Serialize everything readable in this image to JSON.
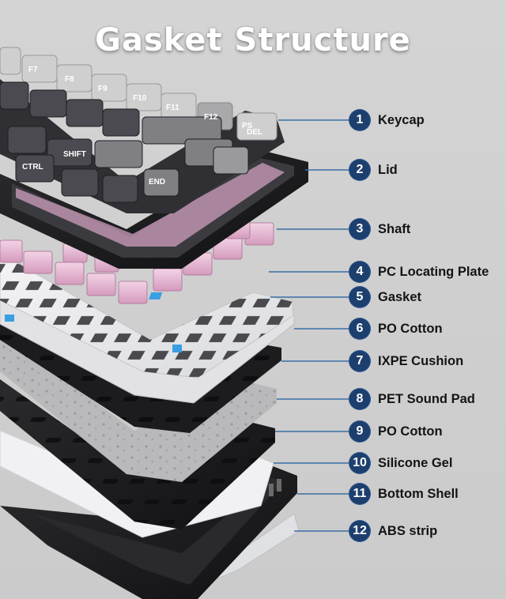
{
  "title": "Gasket Structure",
  "colors": {
    "badge": "#1d3f6e",
    "leader": "#3a6ea6",
    "title": "#ffffff"
  },
  "keycap_legends": [
    "F7",
    "F8",
    "F9",
    "F10",
    "F11",
    "F12",
    "PS",
    "DEL",
    "SHIFT",
    "CTRL",
    "END"
  ],
  "labels": [
    {
      "n": "1",
      "text": "Keycap"
    },
    {
      "n": "2",
      "text": "Lid"
    },
    {
      "n": "3",
      "text": "Shaft"
    },
    {
      "n": "4",
      "text": "PC Locating Plate"
    },
    {
      "n": "5",
      "text": "Gasket"
    },
    {
      "n": "6",
      "text": "PO Cotton"
    },
    {
      "n": "7",
      "text": "IXPE Cushion"
    },
    {
      "n": "8",
      "text": "PET Sound Pad"
    },
    {
      "n": "9",
      "text": "PO Cotton"
    },
    {
      "n": "10",
      "text": "Silicone Gel"
    },
    {
      "n": "11",
      "text": "Bottom Shell"
    },
    {
      "n": "12",
      "text": "ABS strip"
    }
  ]
}
